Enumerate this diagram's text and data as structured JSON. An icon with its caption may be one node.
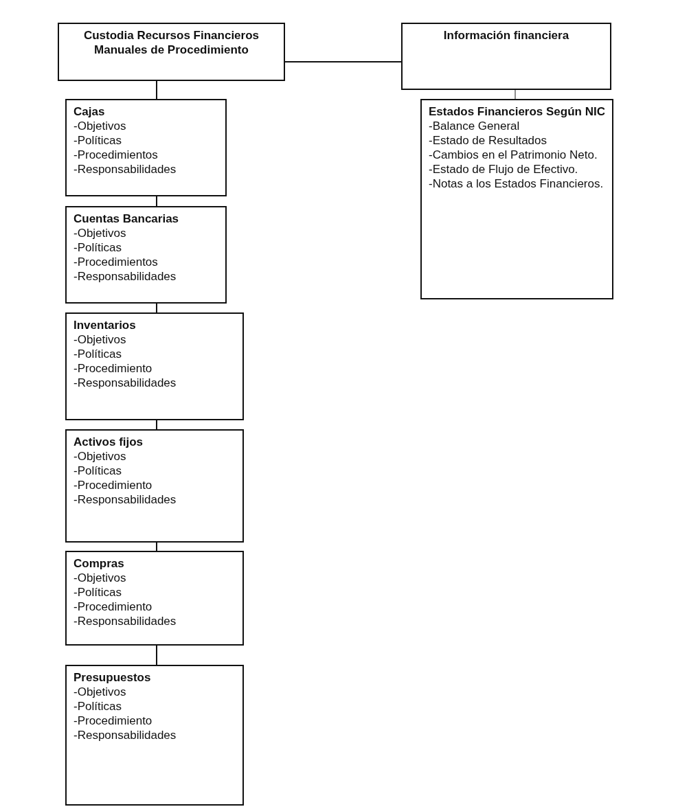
{
  "diagram": {
    "nodes": [
      {
        "text": [
          "Custodia Recursos Financieros Manuales de Procedimiento"
        ]
      },
      {
        "text": [
          "Información financiera"
        ]
      },
      {
        "text": [
          "Cajas",
          "-Objetivos",
          "-Políticas",
          "-Procedimientos",
          "-Responsabilidades"
        ]
      },
      {
        "text": [
          "Cuentas Bancarias",
          "-Objetivos",
          "-Políticas",
          "-Procedimientos",
          "-Responsabilidades"
        ]
      },
      {
        "text": [
          "Inventarios",
          "-Objetivos",
          "-Políticas",
          "-Procedimiento",
          "-Responsabilidades"
        ]
      },
      {
        "text": [
          "Activos fijos",
          "-Objetivos",
          "-Políticas",
          "-Procedimiento",
          "-Responsabilidades"
        ]
      },
      {
        "text": [
          "Compras",
          "-Objetivos",
          "-Políticas",
          "-Procedimiento",
          "-Responsabilidades"
        ]
      },
      {
        "text": [
          "Presupuestos",
          "-Objetivos",
          "-Políticas",
          "-Procedimiento",
          "-Responsabilidades"
        ]
      },
      {
        "text": [
          "Estados Financieros Según NIC",
          "-Balance General",
          "-Estado de Resultados",
          "-Cambios en el Patrimonio Neto.",
          "-Estado de Flujo de Efectivo.",
          "-Notas a los Estados Financieros."
        ]
      }
    ],
    "edges": [
      {
        "from": 0,
        "to": 1,
        "arrow": "none"
      },
      {
        "from": 0,
        "to": 2,
        "arrow": "none"
      },
      {
        "from": 2,
        "to": 3,
        "arrow": "none"
      },
      {
        "from": 3,
        "to": 4,
        "arrow": "none"
      },
      {
        "from": 4,
        "to": 5,
        "arrow": "none"
      },
      {
        "from": 5,
        "to": 6,
        "arrow": "none"
      },
      {
        "from": 6,
        "to": 7,
        "arrow": "none"
      },
      {
        "from": 1,
        "to": 8,
        "arrow": "none",
        "color": "#8c8c8c"
      }
    ]
  }
}
